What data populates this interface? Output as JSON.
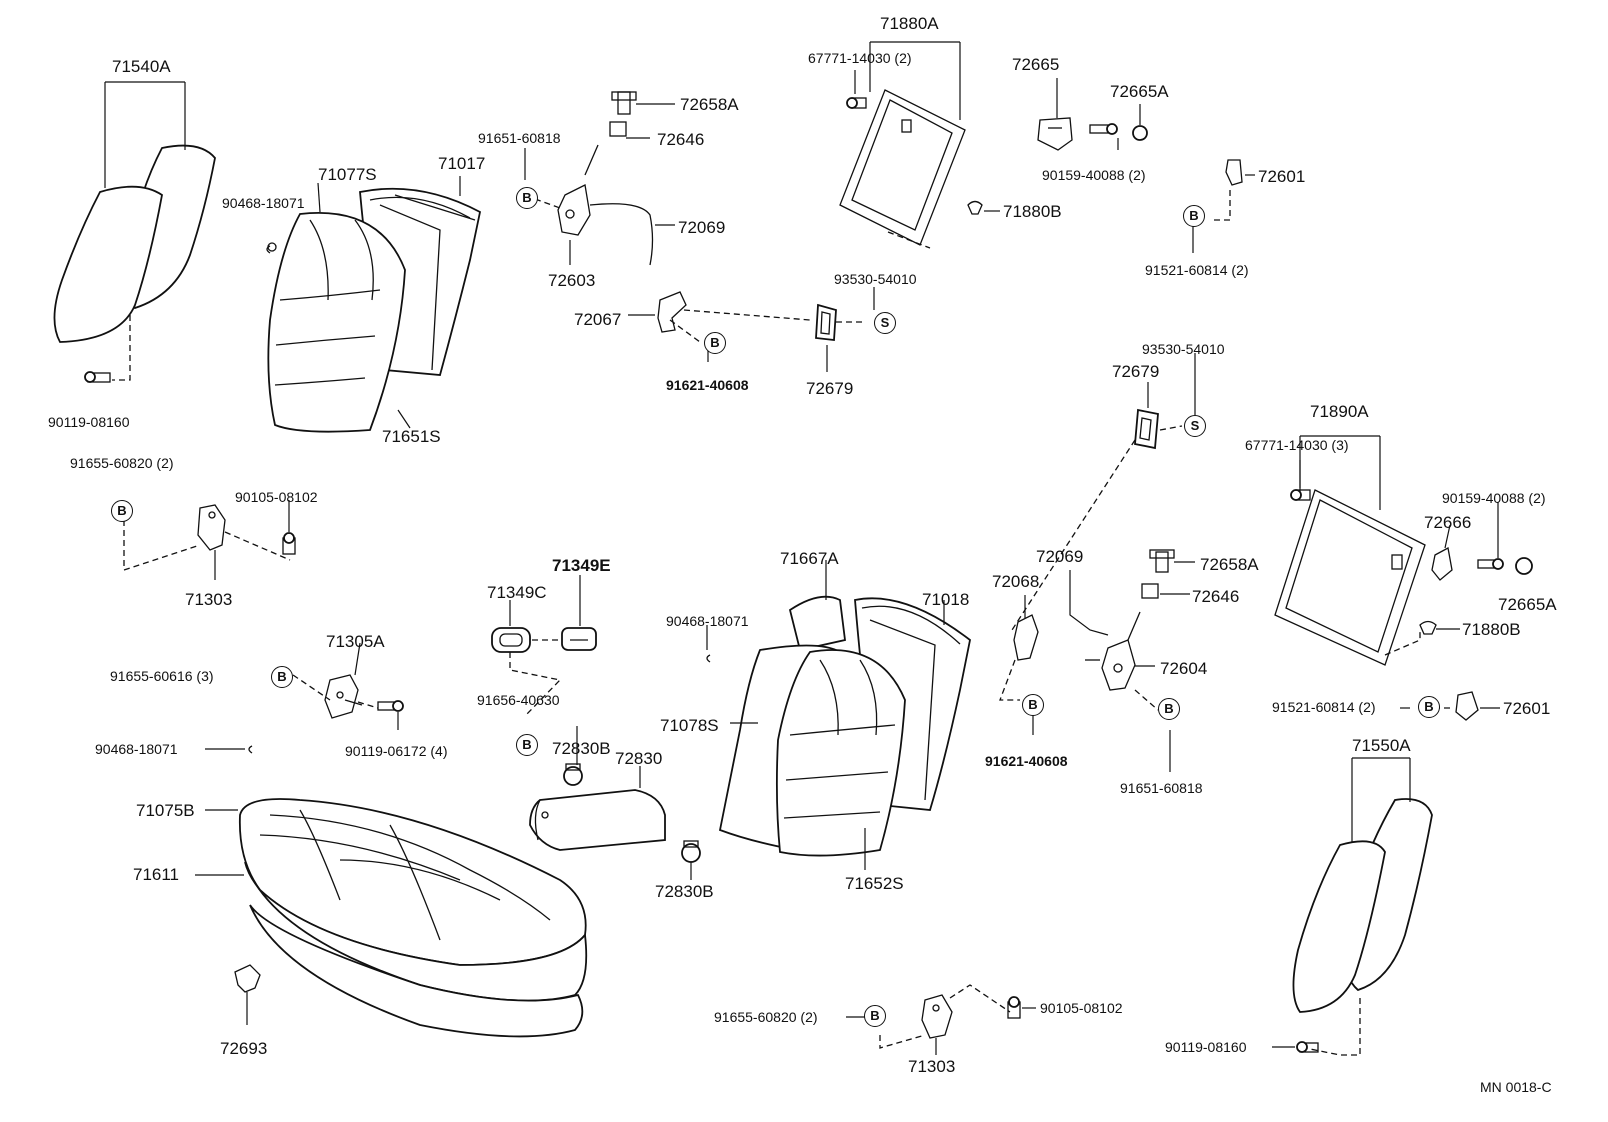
{
  "diagram": {
    "footer_code": "MN  0018-C",
    "callout_markers": {
      "bolt": "B",
      "screw": "S"
    },
    "parts": {
      "p71540A": "71540A",
      "p90119_08160_left": "90119-08160",
      "p71077S": "71077S",
      "p71017": "71017",
      "p90468_18071_a": "90468-18071",
      "p71651S": "71651S",
      "p91651_60818_top": "91651-60818",
      "p72658A_top": "72658A",
      "p72646_top": "72646",
      "p72069_top": "72069",
      "p72603": "72603",
      "p72067": "72067",
      "p91621_40608_top": "91621-40608",
      "p72679_top": "72679",
      "p93530_54010_top": "93530-54010",
      "p71880A": "71880A",
      "p67771_14030_2": "67771-14030 (2)",
      "p71880B_top": "71880B",
      "p72665": "72665",
      "p72665A_top": "72665A",
      "p90159_40088_top": "90159-40088 (2)",
      "p72601_top": "72601",
      "p91521_60814_top": "91521-60814 (2)",
      "p91655_60820_left": "91655-60820 (2)",
      "p90105_08102_left": "90105-08102",
      "p71303_left": "71303",
      "p71305A": "71305A",
      "p91655_60616": "91655-60616 (3)",
      "p90119_06172": "90119-06172 (4)",
      "p90468_18071_b": "90468-18071",
      "p71349E": "71349E",
      "p71349C": "71349C",
      "p91656_40630": "91656-40630",
      "p72830B_top": "72830B",
      "p72830": "72830",
      "p72830B_bottom": "72830B",
      "p71075B": "71075B",
      "p71611": "71611",
      "p72693": "72693",
      "p90468_18071_c": "90468-18071",
      "p71667A": "71667A",
      "p71018": "71018",
      "p71078S": "71078S",
      "p71652S": "71652S",
      "p93530_54010_right": "93530-54010",
      "p72679_right": "72679",
      "p72069_right": "72069",
      "p72068": "72068",
      "p72658A_right": "72658A",
      "p72646_right": "72646",
      "p72604": "72604",
      "p91621_40608_right": "91621-40608",
      "p91651_60818_right": "91651-60818",
      "p71890A": "71890A",
      "p67771_14030_3": "67771-14030 (3)",
      "p90159_40088_right": "90159-40088 (2)",
      "p72666": "72666",
      "p72665A_right": "72665A",
      "p71880B_right": "71880B",
      "p91521_60814_right": "91521-60814 (2)",
      "p72601_right": "72601",
      "p71550A": "71550A",
      "p90119_08160_right": "90119-08160",
      "p91655_60820_bottom": "91655-60820 (2)",
      "p71303_bottom": "71303",
      "p90105_08102_bottom": "90105-08102"
    }
  }
}
